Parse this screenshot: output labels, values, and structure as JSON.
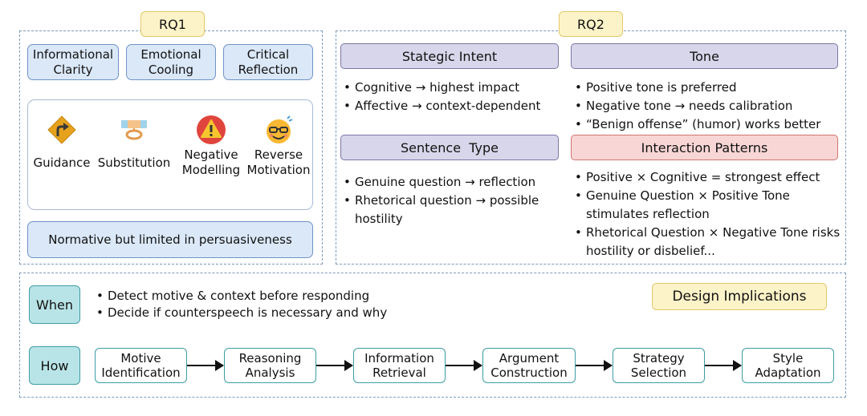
{
  "rq1": {
    "tag": "RQ1",
    "effects": [
      "Informational Clarity",
      "Emotional Cooling",
      "Critical Reflection"
    ],
    "strategies": [
      {
        "icon": "guidance-sign-icon",
        "label": "Guidance"
      },
      {
        "icon": "substitution-icon",
        "label": "Substitution"
      },
      {
        "icon": "warning-icon",
        "label": "Negative Modelling"
      },
      {
        "icon": "smiling-face-icon",
        "label": "Reverse Motivation"
      }
    ],
    "summary": "Normative but limited in persuasiveness"
  },
  "rq2": {
    "tag": "RQ2",
    "strategic_intent": {
      "title": "Stategic Intent",
      "bullets": [
        "Cognitive → highest impact",
        "Affective → context-dependent"
      ]
    },
    "tone": {
      "title": "Tone",
      "bullets": [
        "Positive tone is preferred",
        "Negative tone → needs calibration",
        "“Benign offense” (humor) works better"
      ]
    },
    "sentence_type": {
      "title": "Sentence  Type",
      "bullets": [
        "Genuine question → reflection",
        "Rhetorical question → possible hostility"
      ]
    },
    "interaction": {
      "title": "Interaction Patterns",
      "bullets": [
        "Positive × Cognitive = strongest effect",
        "Genuine Question × Positive Tone stimulates reflection",
        "Rhetorical Question × Negative Tone risks hostility or disbelief..."
      ]
    }
  },
  "design": {
    "tag": "Design Implications",
    "when": {
      "label": "When",
      "bullets": [
        "Detect motive & context before responding",
        "Decide if counterspeech is necessary and why"
      ]
    },
    "how": {
      "label": "How",
      "steps": [
        "Motive Identification",
        "Reasoning Analysis",
        "Information Retrieval",
        "Argument Construction",
        "Strategy Selection",
        "Style Adaptation"
      ]
    }
  },
  "colors": {
    "dashed_border": "#7f9ab9",
    "tag_fill": "#fdf3c8",
    "blue_fill": "#dbe8f8",
    "purple_fill": "#d8d6ea",
    "red_fill": "#f8d6d5",
    "teal_fill": "#b9e4e7"
  }
}
